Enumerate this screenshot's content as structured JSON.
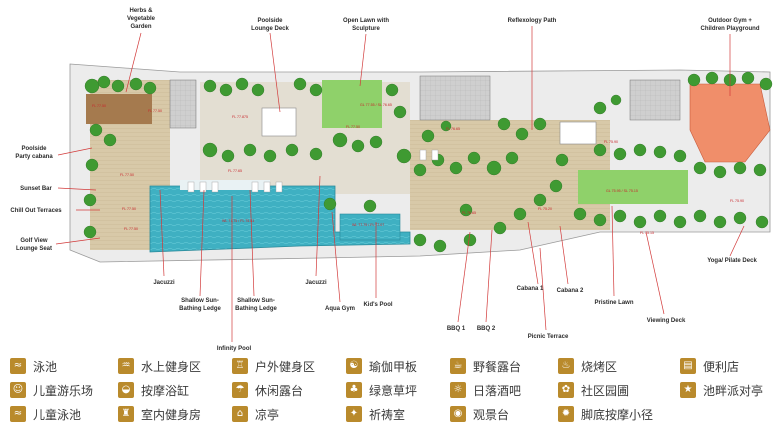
{
  "callouts": {
    "herbs": [
      "Herbs &",
      "Vegetable",
      "Garden"
    ],
    "poolside_lounge": [
      "Poolside",
      "Lounge Deck"
    ],
    "open_lawn": [
      "Open Lawn with",
      "Sculpture"
    ],
    "reflexology": [
      "Reflexology Path"
    ],
    "outdoor_gym": [
      "Outdoor Gym +",
      "Children Playground"
    ],
    "party_cabana": [
      "Poolside",
      "Party cabana"
    ],
    "sunset_bar": [
      "Sunset Bar"
    ],
    "chill_out": [
      "Chill Out Terraces"
    ],
    "golf_view": [
      "Golf View",
      "Lounge Seat"
    ],
    "jacuzzi_left": [
      "Jacuzzi"
    ],
    "ledge_left": [
      "Shallow Sun-",
      "Bathing Ledge"
    ],
    "ledge_right": [
      "Shallow Sun-",
      "Bathing Ledge"
    ],
    "jacuzzi_right": [
      "Jacuzzi"
    ],
    "infinity": [
      "Infinity Pool"
    ],
    "aqua_gym": [
      "Aqua Gym"
    ],
    "kids_pool": [
      "Kid's Pool"
    ],
    "bbq1": [
      "BBQ 1"
    ],
    "bbq2": [
      "BBQ 2"
    ],
    "cabana1": [
      "Cabana 1"
    ],
    "cabana2": [
      "Cabana 2"
    ],
    "picnic": [
      "Picnic Terrace"
    ],
    "pristine": [
      "Pristine Lawn"
    ],
    "viewing": [
      "Viewing Deck"
    ],
    "yoga": [
      "Yoga/ Pilate Deck"
    ]
  },
  "plan_labels": {
    "fl1": "FL 77.50",
    "fl2": "FL 77.875",
    "fl3": "FL 77.50",
    "fl4": "FL 77.50",
    "fl5": "FL 77.50",
    "fl6": "FL 77.50",
    "fl7": "FL 77.65",
    "fl8": "FL 77.50",
    "fl9": "FL 76.65",
    "fl10": "FL 75.90",
    "fl11": "FL 76.65",
    "fl12": "FL 75.15",
    "fl13": "FL 75.90",
    "fl14": "FL 75.20",
    "gl_lawn": "GL 77.55 / SL 76.65",
    "gl_right": "GL 75.95 / SL 75.15",
    "wl_pool": "WL 77.75 / FL 75.83",
    "wl_kids": "WL 77.75 / FL 77.07"
  },
  "legend": [
    {
      "label": "泳池",
      "icon": "swimming-pool-icon",
      "glyph": "≈"
    },
    {
      "label": "儿童游乐场",
      "icon": "playground-icon",
      "glyph": "☺"
    },
    {
      "label": "儿童泳池",
      "icon": "kids-pool-icon",
      "glyph": "≈"
    },
    {
      "label": "水上健身区",
      "icon": "aqua-gym-icon",
      "glyph": "♒"
    },
    {
      "label": "按摩浴缸",
      "icon": "jacuzzi-icon",
      "glyph": "◒"
    },
    {
      "label": "室内健身房",
      "icon": "indoor-gym-icon",
      "glyph": "♜"
    },
    {
      "label": "户外健身区",
      "icon": "outdoor-gym-icon",
      "glyph": "♖"
    },
    {
      "label": "休闲露台",
      "icon": "lounge-terrace-icon",
      "glyph": "☂"
    },
    {
      "label": "凉亭",
      "icon": "pavilion-icon",
      "glyph": "⌂"
    },
    {
      "label": "瑜伽甲板",
      "icon": "yoga-deck-icon",
      "glyph": "☯"
    },
    {
      "label": "绿意草坪",
      "icon": "lawn-icon",
      "glyph": "♣"
    },
    {
      "label": "祈祷室",
      "icon": "prayer-room-icon",
      "glyph": "✦"
    },
    {
      "label": "野餐露台",
      "icon": "picnic-icon",
      "glyph": "☕"
    },
    {
      "label": "日落酒吧",
      "icon": "sunset-bar-icon",
      "glyph": "☼"
    },
    {
      "label": "观景台",
      "icon": "viewing-deck-icon",
      "glyph": "◉"
    },
    {
      "label": "烧烤区",
      "icon": "bbq-icon",
      "glyph": "♨"
    },
    {
      "label": "社区园圃",
      "icon": "community-garden-icon",
      "glyph": "✿"
    },
    {
      "label": "脚底按摩小径",
      "icon": "reflexology-path-icon",
      "glyph": "✹"
    },
    {
      "label": "便利店",
      "icon": "convenience-store-icon",
      "glyph": "▤"
    },
    {
      "label": "池畔派对亭",
      "icon": "party-cabana-icon",
      "glyph": "★"
    }
  ]
}
